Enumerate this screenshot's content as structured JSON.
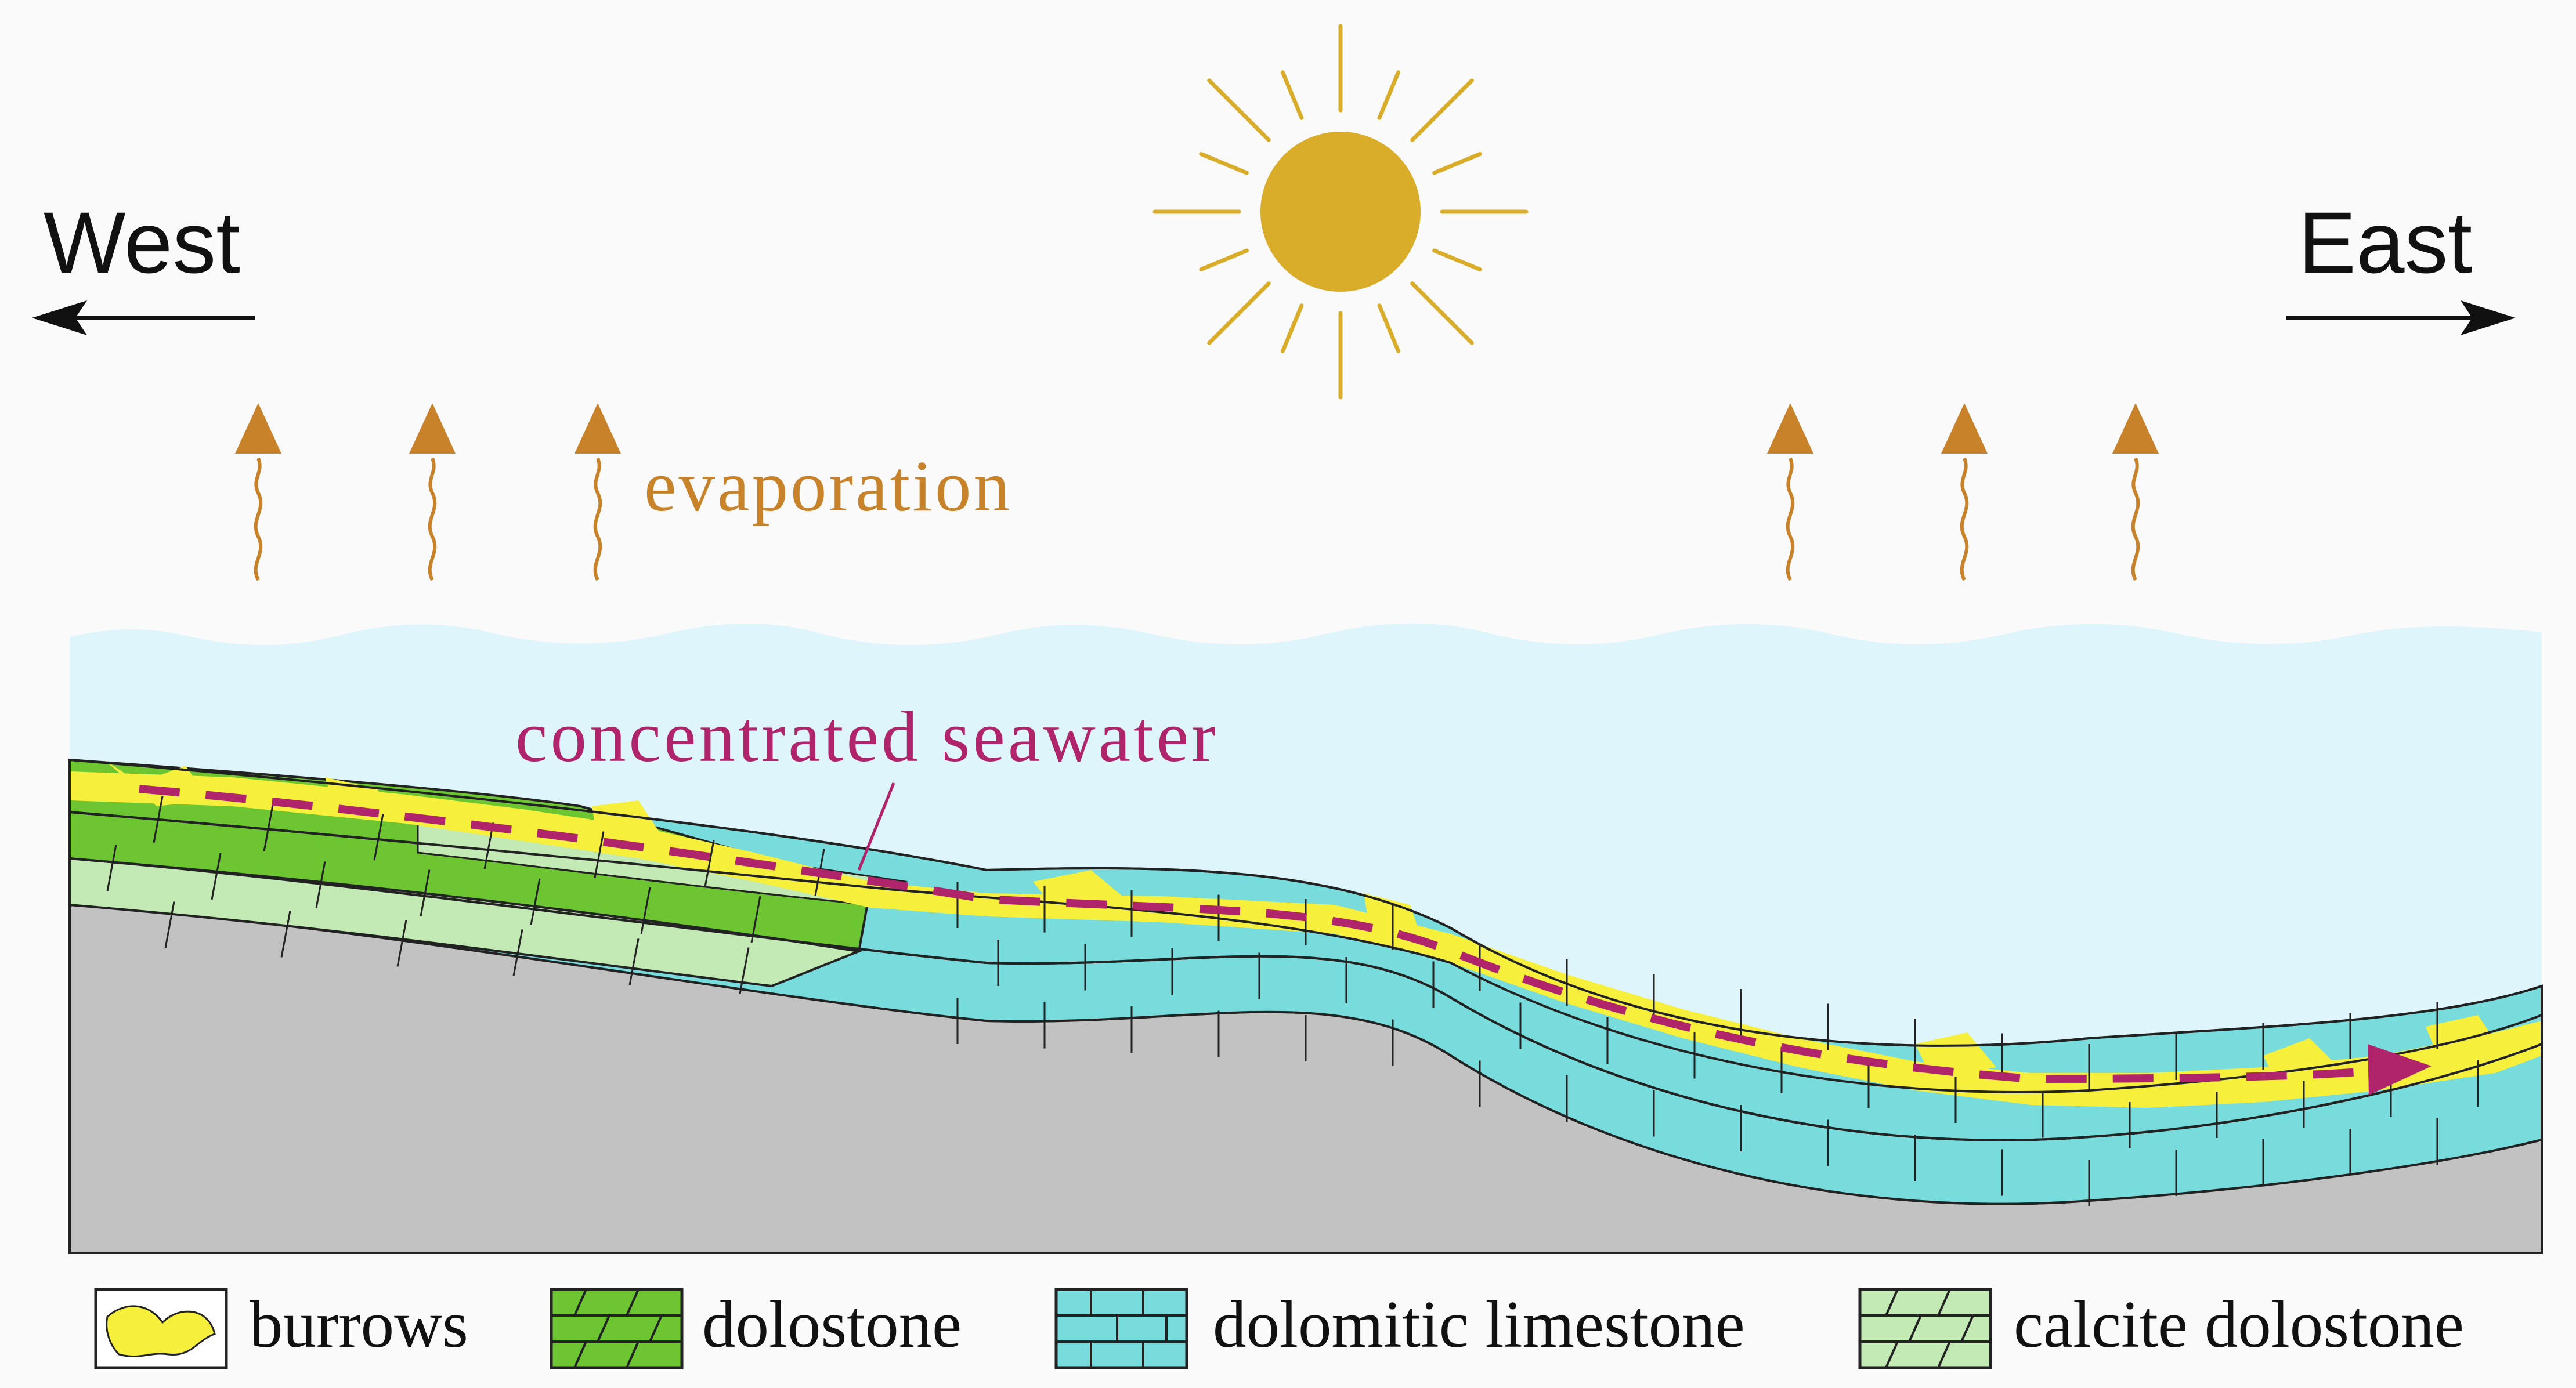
{
  "directions": {
    "west": "West",
    "east": "East"
  },
  "labels": {
    "evaporation": "evaporation",
    "seawater": "concentrated seawater"
  },
  "legend": {
    "items": [
      {
        "key": "burrows",
        "label": "burrows",
        "icon": "burrows-swatch"
      },
      {
        "key": "dolostone",
        "label": "dolostone",
        "icon": "dolostone-swatch"
      },
      {
        "key": "dolomitic-limestone",
        "label": "dolomitic limestone",
        "icon": "dolomitic-limestone-swatch"
      },
      {
        "key": "calcite-dolostone",
        "label": "calcite dolostone",
        "icon": "calcite-dolostone-swatch"
      }
    ]
  },
  "colors": {
    "sky": "#fafafa",
    "sea": "#dff5fc",
    "sun": "#d9ad2a",
    "evaporation": "#c8822a",
    "seawater_flow": "#b0246c",
    "burrows": "#f6ef3c",
    "dolostone": "#6cc531",
    "dolomitic_limestone": "#78dbdc",
    "calcite_dolostone": "#c3e9b4",
    "basement": "#c2c2c2"
  }
}
